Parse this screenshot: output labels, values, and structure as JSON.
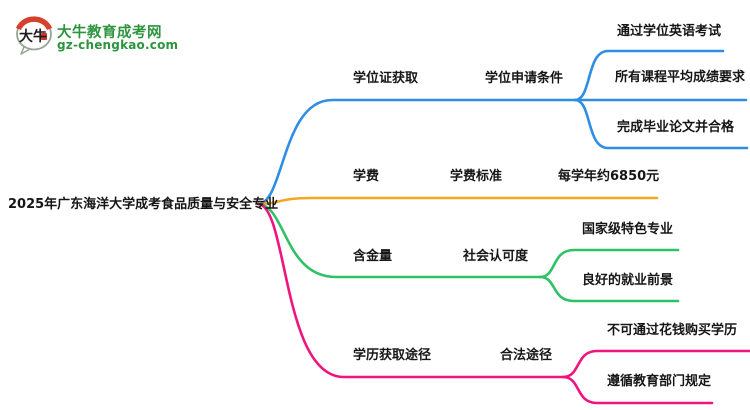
{
  "logo": {
    "title": "大牛教育成考网",
    "url": "gz-chengkao.com",
    "icon_text": "大牛",
    "brand_green": "#2E9440",
    "brand_red": "#D6402C"
  },
  "root": {
    "label": "2025年广东海洋大学成考食品质量与安全专业"
  },
  "branches": [
    {
      "name": "degree-certificate",
      "color": "#2F8DE4",
      "level1": "学位证获取",
      "level2": "学位申请条件",
      "leaves": [
        "通过学位英语考试",
        "所有课程平均成绩要求",
        "完成毕业论文并合格"
      ]
    },
    {
      "name": "tuition",
      "color": "#F5A623",
      "level1": "学费",
      "level2": "学费标准",
      "leaves": [
        "每学年约6850元"
      ]
    },
    {
      "name": "gold-content",
      "color": "#2EC166",
      "level1": "含金量",
      "level2": "社会认可度",
      "leaves": [
        "国家级特色专业",
        "良好的就业前景"
      ]
    },
    {
      "name": "qualification-path",
      "color": "#F0147E",
      "level1": "学历获取途径",
      "level2": "合法途径",
      "leaves": [
        "不可通过花钱购买学历",
        "遵循教育部门规定"
      ]
    }
  ]
}
